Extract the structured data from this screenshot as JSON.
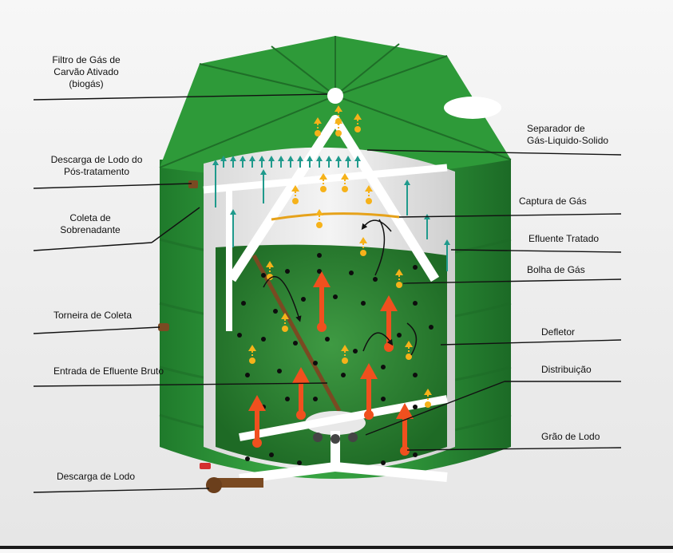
{
  "labels": {
    "filtro": "Filtro de Gás de\nCarvão Ativado\n(biogás)",
    "descarga_lodo_pos": "Descarga de Lodo do\nPós-tratamento",
    "coleta_sobrenadante": "Coleta de\nSobrenadante",
    "torneira": "Torneira de Coleta",
    "entrada": "Entrada de Efluente Bruto",
    "descarga_lodo": "Descarga de Lodo",
    "separador": "Separador de\nGás-Liquido-Solido",
    "captura": "Captura de Gás",
    "efluente": "Efluente Tratado",
    "bolha": "Bolha de Gás",
    "defletor": "Defletor",
    "distribuicao": "Distribuição",
    "grao": "Grão de Lodo"
  },
  "colors": {
    "tank_green": "#2f9a3a",
    "tank_dark": "#1f6e28",
    "sludge_green": "#2e7d32",
    "white_pipe": "#ffffff",
    "arrow_red": "#f0501e",
    "arrow_yellow": "#f6b21a",
    "arrow_teal": "#1f9a8c"
  },
  "icons": [
    "gas-bubble-icon",
    "flow-arrow-icon"
  ]
}
